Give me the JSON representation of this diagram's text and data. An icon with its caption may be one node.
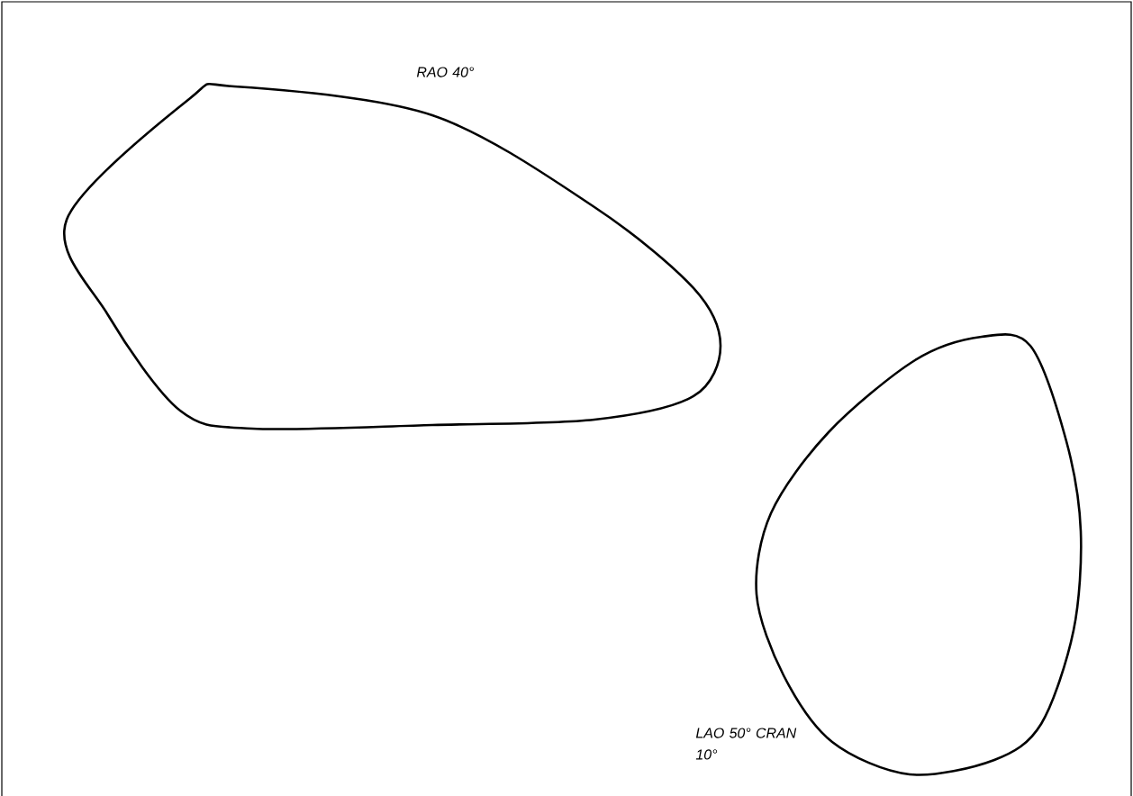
{
  "diagram": {
    "nodes": [
      {
        "text": [],
        "shape": "picture",
        "beside": [
          "RAO 40°"
        ]
      },
      {
        "text": [],
        "shape": "picture",
        "beside": [
          "LAO 50° CRAN 10°"
        ]
      }
    ]
  }
}
